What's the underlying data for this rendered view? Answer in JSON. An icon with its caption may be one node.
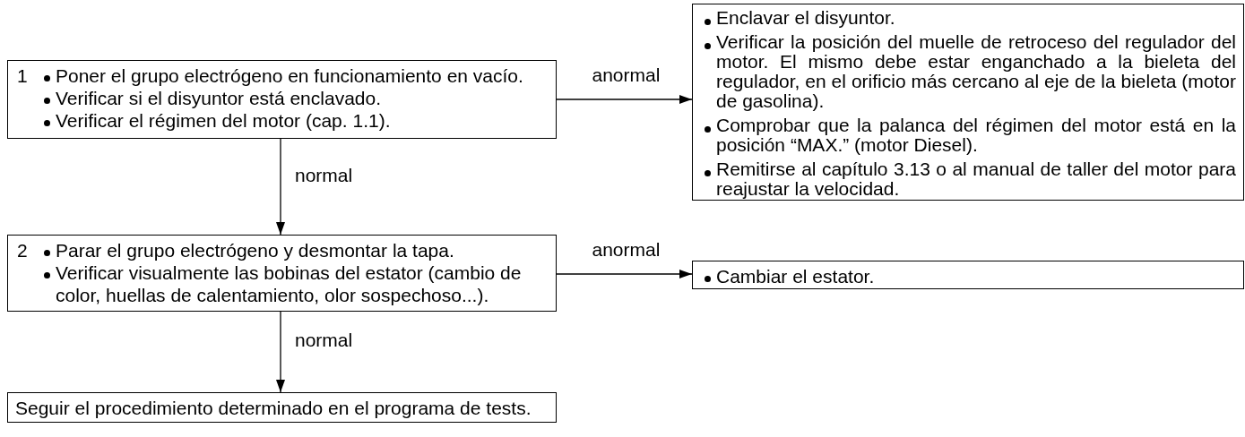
{
  "diagram": {
    "nodes": [
      {
        "text": [
          "1",
          "Poner el grupo electrógeno en funcionamiento en vacío.",
          "Verificar si el disyuntor está enclavado.",
          "Verificar el régimen del motor (cap. 1.1)."
        ]
      },
      {
        "text": [
          "Enclavar el disyuntor.",
          "Verificar la posición del muelle de retroceso del regulador del motor. El mismo debe estar enganchado a la bieleta del regulador, en el orificio más cercano al eje de la bieleta (motor de gasolina).",
          "Comprobar que la palanca del régimen del motor está en la posición “MAX.” (motor Diesel).",
          "Remitirse al capítulo 3.13 o al manual de taller del motor para reajustar la velocidad."
        ]
      },
      {
        "text": [
          "2",
          "Parar el grupo electrógeno y desmontar la tapa.",
          "Verificar visualmente las bobinas del estator (cambio de color, huellas de calentamiento, olor sospechoso...)."
        ]
      },
      {
        "text": [
          "Cambiar el estator."
        ]
      },
      {
        "text": [
          "Seguir el procedimiento determinado en el programa de tests."
        ]
      }
    ],
    "edges": [
      {
        "from": 0,
        "to": 1,
        "arrow": "to",
        "label": "anormal"
      },
      {
        "from": 0,
        "to": 2,
        "arrow": "to",
        "label": "normal"
      },
      {
        "from": 2,
        "to": 3,
        "arrow": "to",
        "label": "anormal"
      },
      {
        "from": 2,
        "to": 4,
        "arrow": "to",
        "label": "normal"
      }
    ]
  }
}
